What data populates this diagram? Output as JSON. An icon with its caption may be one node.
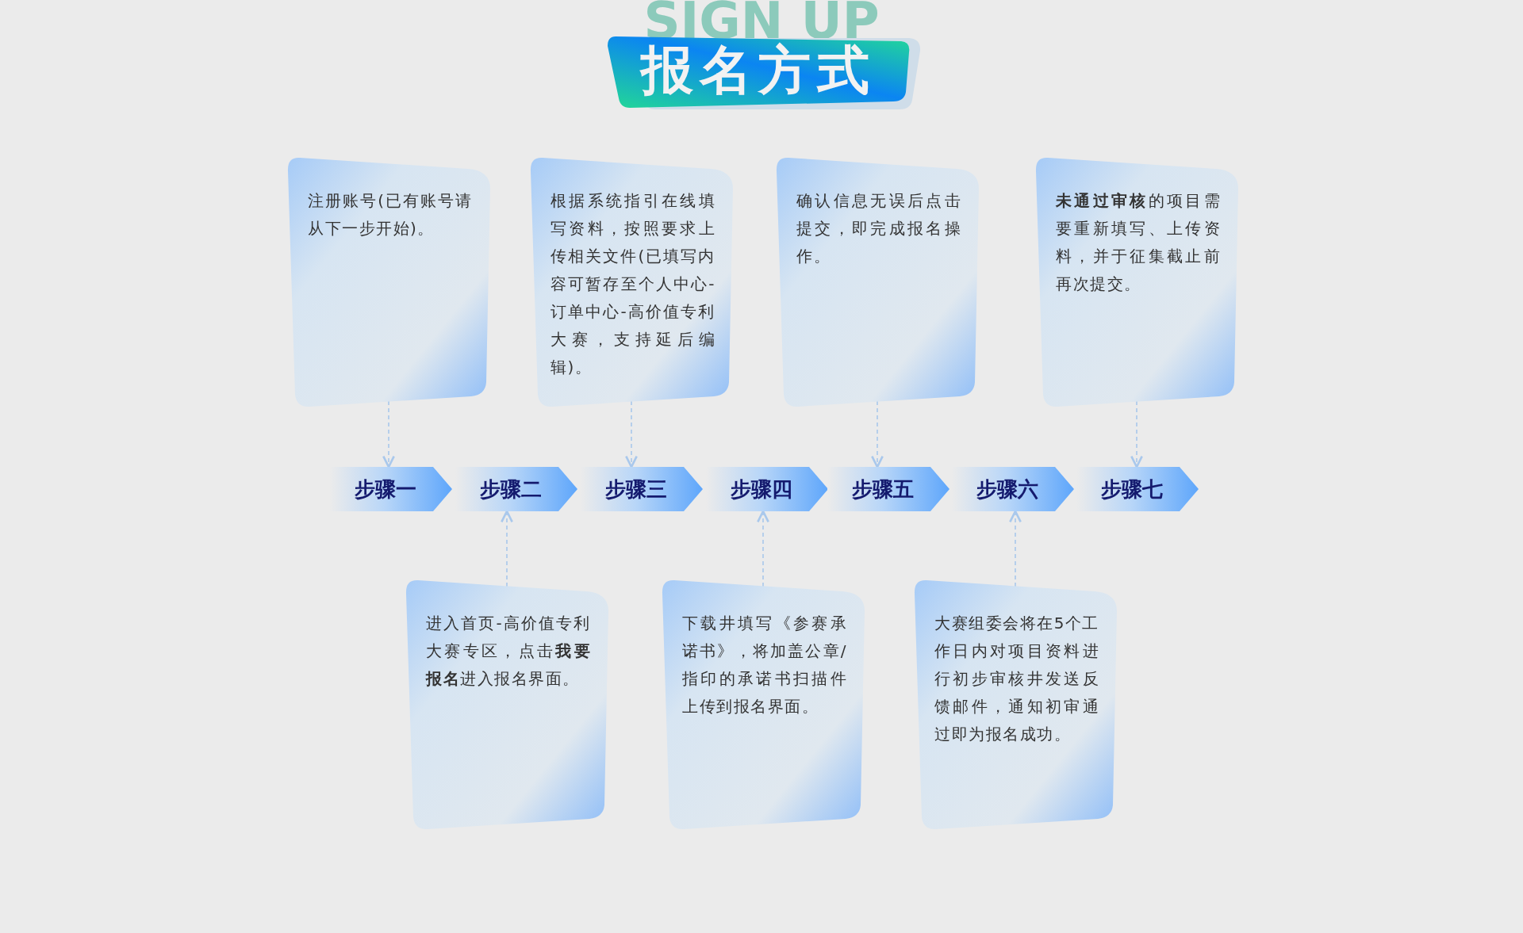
{
  "diagram": {
    "title": "报名方式",
    "nodes": [
      {
        "text": [
          "步骤一"
        ]
      },
      {
        "text": [
          "步骤二"
        ]
      },
      {
        "text": [
          "步骤三"
        ]
      },
      {
        "text": [
          "步骤四"
        ]
      },
      {
        "text": [
          "步骤五"
        ]
      },
      {
        "text": [
          "步骤六"
        ]
      },
      {
        "text": [
          "步骤七"
        ]
      },
      {
        "text": [
          "注册账号(已有账号请从下一步开始)。"
        ]
      },
      {
        "text": [
          "根据系统指引在线填写资料，按照要求上传相关文件(已填写内容可暂存至个人中心-订单中心-高价值专利大赛，支持延后编辑)。"
        ]
      },
      {
        "text": [
          "确认信息无误后点击提交，即完成报名操作。"
        ]
      },
      {
        "text": [
          "**未通过审核**的项目需要重新填写、上传资料，并于征集截止前再次提交。"
        ]
      },
      {
        "text": [
          "进入首页-高价值专利大赛专区，点击**我要报名**进入报名界面。"
        ]
      },
      {
        "text": [
          "下载井填写《参赛承诺书》，将加盖公章/指印的承诺书扫描件上传到报名界面。"
        ]
      },
      {
        "text": [
          "大赛组委会将在5个工作日内对项目资料进行初步审核井发送反馈邮件，通知初审通过即为报名成功。"
        ]
      }
    ],
    "edges": [
      {
        "from": 7,
        "to": 0,
        "arrow": "to",
        "style": "dashed"
      },
      {
        "from": 11,
        "to": 1,
        "arrow": "to",
        "style": "dashed"
      },
      {
        "from": 8,
        "to": 2,
        "arrow": "to",
        "style": "dashed"
      },
      {
        "from": 12,
        "to": 3,
        "arrow": "to",
        "style": "dashed"
      },
      {
        "from": 9,
        "to": 4,
        "arrow": "to",
        "style": "dashed"
      },
      {
        "from": 13,
        "to": 5,
        "arrow": "to",
        "style": "dashed"
      },
      {
        "from": 10,
        "to": 6,
        "arrow": "to",
        "style": "dashed"
      }
    ],
    "labels": [
      "SIGN UP"
    ]
  }
}
